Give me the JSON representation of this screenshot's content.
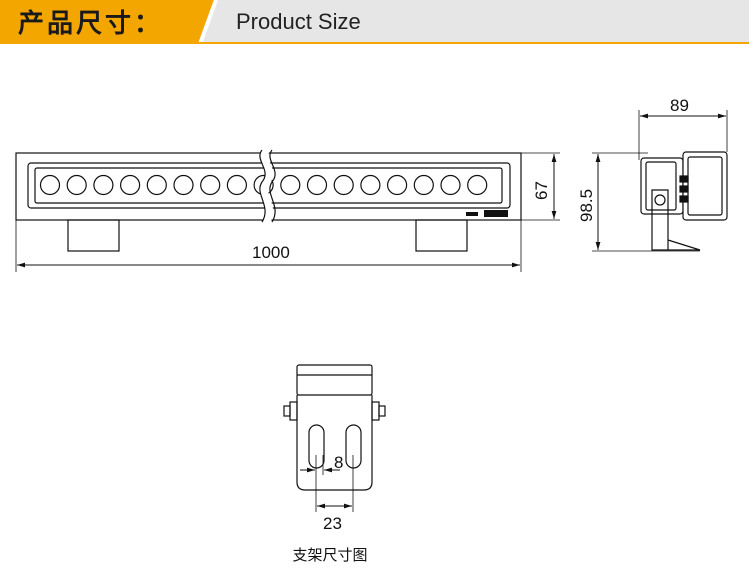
{
  "header": {
    "title_cn": "产品尺寸：",
    "title_en": "Product Size"
  },
  "front_view": {
    "length_label": "1000",
    "height_label": "67",
    "led_count": 17
  },
  "side_view": {
    "depth_label": "89",
    "total_height_label": "98.5"
  },
  "bracket_view": {
    "slot_width_label": "8",
    "slot_spacing_label": "23",
    "caption": "支架尺寸图"
  },
  "colors": {
    "accent": "#f3a600",
    "banner_bg": "#e6e6e6",
    "line": "#111111"
  }
}
